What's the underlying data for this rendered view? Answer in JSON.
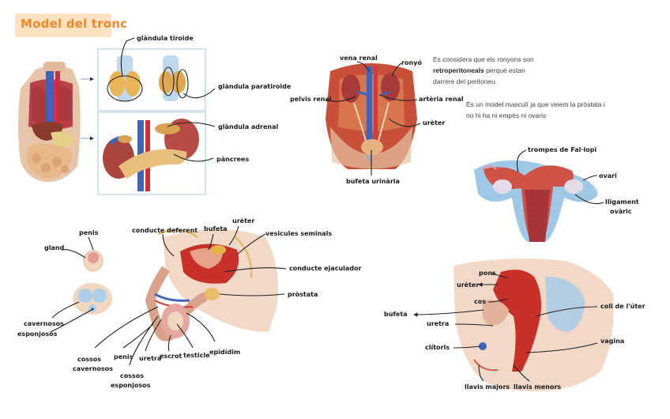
{
  "title": "Model del tronc",
  "notes": {
    "retro_line1": "Es considera que els ronyons son",
    "retro_bold": "retroperitoneals",
    "retro_line2_rest": " perquè estan",
    "retro_line3": "darrere del peritoneu",
    "male_line1": "És un model masculí ja que veiem la pròstata i",
    "male_line2": "no hi ha ni empès ni ovaris"
  },
  "labels": {
    "glandula_tiroide": "glàndula tiroide",
    "glandula_paratiroide": "glàndula paratiroide",
    "glandula_adrenal": "glàndula adrenal",
    "pancrees": "pàncrees",
    "vena_renal": "vena renal",
    "ronyo": "ronyó",
    "pelvis_renal": "pelvis renal",
    "arteria_renal": "artèria renal",
    "ureter_top": "urèter",
    "bufeta_urinaria": "bufeta urinària",
    "trompes": "trompes de Fal·lopi",
    "ovari": "ovari",
    "lligament": "lligament",
    "ovaric": "ovàric",
    "penis_top": "penis",
    "gland": "gland",
    "cavernosos": "cavernosos",
    "esponjosos": "esponjosos",
    "conducte_deferent": "conducte deferent",
    "bufeta_male": "bufeta",
    "ureter_male": "urèter",
    "vesicules": "vesicules seminals",
    "conducte_ejaculador": "conducte ejaculador",
    "prostata": "pròstata",
    "cossos": "cossos",
    "cavernosos2": "cavernosos",
    "penis_bottom": "penis",
    "cossos2": "cossos",
    "esponjosos2": "esponjosos",
    "uretra_male": "uretra",
    "escrot": "escrot",
    "testicle": "testicle",
    "epididim": "epidídim",
    "ureter_female": "urèter",
    "pons": "pons",
    "cos": "cos",
    "bufeta_female": "bufeta",
    "uretra_female": "uretra",
    "clitoris": "clítoris",
    "coll_uter": "coll de l'úter",
    "vagina": "vagina",
    "llavis_majors": "llavis majors",
    "llavis_menors": "llavis menors"
  }
}
